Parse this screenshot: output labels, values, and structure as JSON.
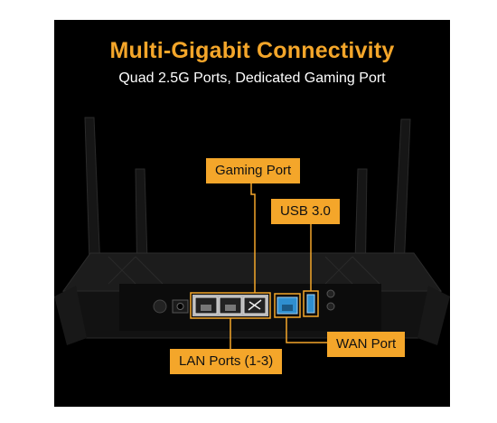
{
  "header": {
    "title": "Multi-Gigabit Connectivity",
    "subtitle": "Quad 2.5G Ports, Dedicated Gaming Port"
  },
  "callouts": {
    "gaming_port": "Gaming Port",
    "usb": "USB 3.0",
    "lan_ports": "LAN Ports (1-3)",
    "wan_port": "WAN Port"
  },
  "colors": {
    "accent": "#f4a62a",
    "background": "#000000",
    "wan_port": "#2f8fd0",
    "usb_port": "#2f8fd0"
  }
}
